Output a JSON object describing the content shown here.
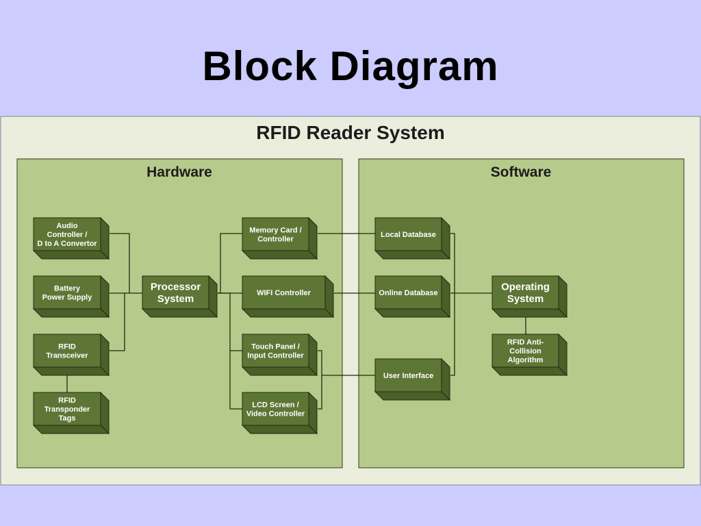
{
  "slide": {
    "title": "Block Diagram"
  },
  "diagram": {
    "title": "RFID Reader System",
    "panels": {
      "hardware": "Hardware",
      "software": "Software"
    },
    "colors": {
      "background": "#ccccff",
      "frame": "#ebeedc",
      "panel": "#b6ca8b",
      "block_face": "#5e7635",
      "block_side": "#4b5f29",
      "block_edge": "#1f2a10",
      "line": "#1f2a10"
    },
    "blocks": {
      "audio": [
        "Audio",
        "Controller /",
        "D to A Convertor"
      ],
      "battery": [
        "Battery",
        "Power Supply"
      ],
      "rfid_transceiver": [
        "RFID",
        "Transceiver"
      ],
      "rfid_tags": [
        "RFID",
        "Transponder",
        "Tags"
      ],
      "processor": [
        "Processor",
        "System"
      ],
      "memory_card": [
        "Memory Card /",
        "Controller"
      ],
      "wifi": [
        "WIFI Controller"
      ],
      "touch_panel": [
        "Touch Panel /",
        "Input Controller"
      ],
      "lcd": [
        "LCD Screen /",
        "Video Controller"
      ],
      "local_db": [
        "Local Database"
      ],
      "online_db": [
        "Online Database"
      ],
      "user_interface": [
        "User Interface"
      ],
      "os": [
        "Operating",
        "System"
      ],
      "anti_collision": [
        "RFID Anti-",
        "Collision",
        "Algorithm"
      ]
    }
  }
}
